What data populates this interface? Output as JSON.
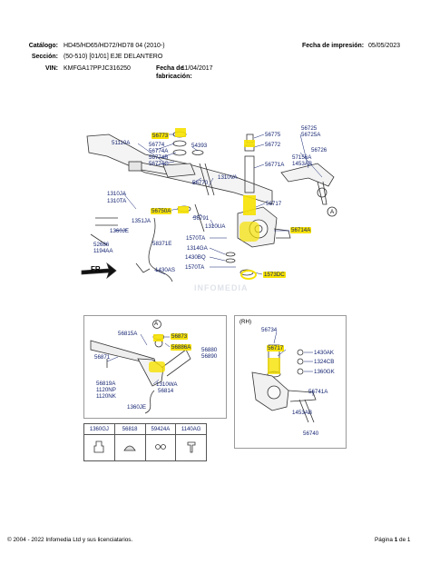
{
  "header": {
    "catalogo_label": "Catálogo:",
    "catalogo_value": "HD45/HD65/HD72/HD78 04 (2010-)",
    "seccion_label": "Sección:",
    "seccion_value": "(50-510) [01/01] EJE DELANTERO",
    "vin_label": "VIN:",
    "vin_value": "KMFGA17PPJC316250",
    "fecha_fab_label": "Fecha de fabricación:",
    "fecha_fab_value": "11/04/2017",
    "fecha_imp_label": "Fecha de impresión:",
    "fecha_imp_value": "05/05/2023"
  },
  "watermark": "INFOMEDIA",
  "main_labels": {
    "p56773": "56773",
    "p511104": "51110A",
    "p56774": "56774",
    "p56774a": "56774A",
    "p56774b": "56774B",
    "p56774c": "56774C",
    "p54393": "54393",
    "p56775": "56775",
    "p56772": "56772",
    "p56771a": "56771A",
    "p56725": "56725",
    "p56725a": "56725A",
    "p56726": "56726",
    "p57156a": "57156A",
    "p1453ab": "1453AB",
    "p56770": "56770",
    "p1310va": "1310VA",
    "p56717": "56717",
    "p1310ja": "1310JA",
    "p1310ta": "1310TA",
    "p56750a": "56750A",
    "p1351ja": "1351JA",
    "p56791": "56791",
    "p1310ua": "1310UA",
    "p56714a": "56714A",
    "p1360je": "1360JE",
    "p1570ta1": "1570TA",
    "p58371e": "58371E",
    "p52686": "52686",
    "p1194aa": "1194AA",
    "p1314ga": "1314GA",
    "p1430bq": "1430BQ",
    "p1570ta2": "1570TA",
    "p1430as": "1430AS",
    "p1573dc": "1573DC",
    "fr": "FR.",
    "circle_a": "A"
  },
  "inset_left": {
    "circle_a": "A",
    "p56815a": "56815A",
    "p56873": "56873",
    "p56886a": "56886A",
    "p56880": "56880",
    "p56890": "56890",
    "p56871": "56871",
    "p56819a": "56819A",
    "p1120np": "1120NP",
    "p1120nk": "1120NK",
    "p1310wa": "1310WA",
    "p56814": "56814",
    "p1360je": "1360JE"
  },
  "inset_right": {
    "rh": "(RH)",
    "p56734": "56734",
    "p56717": "56717",
    "p1430ak": "1430AK",
    "p1324cb": "1324CB",
    "p1360gk": "1360GK",
    "p56741a": "56741A",
    "p1453ab": "1453AB",
    "p56740": "56740"
  },
  "parts_table": {
    "headers": [
      "1360GJ",
      "56818",
      "59424A",
      "1140AG"
    ]
  },
  "footer": {
    "copyright": "© 2004 - 2022 Infomedia Ltd y sus licenciatarios.",
    "page_label": "Página",
    "page_num": "1",
    "page_of": "de",
    "page_total": "1"
  },
  "colors": {
    "highlight": "#f6e100",
    "label_text": "#0f1f6e",
    "line": "#333333"
  }
}
